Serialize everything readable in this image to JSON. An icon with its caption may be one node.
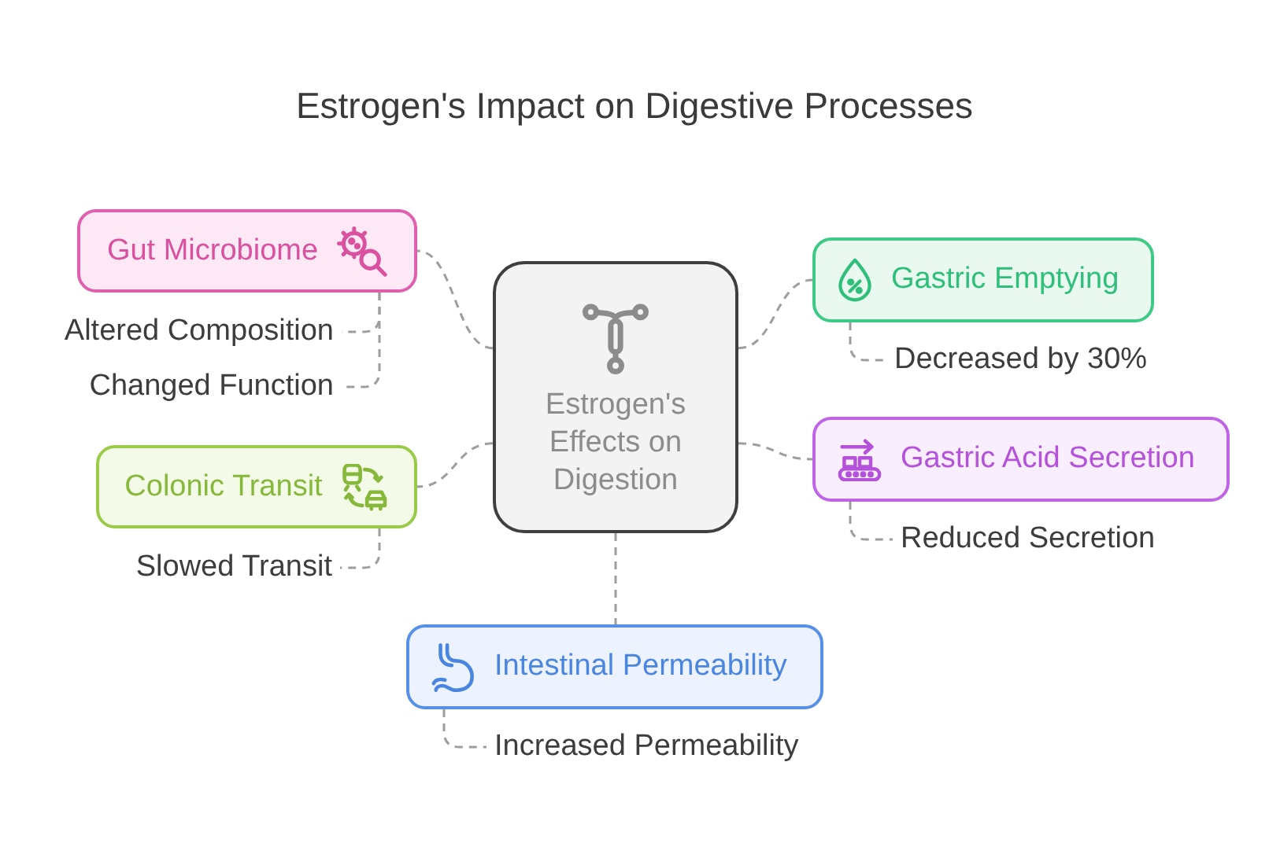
{
  "diagram": {
    "title": "Estrogen's Impact on Digestive Processes",
    "nodes": [
      {
        "text": [
          "Estrogen's Effects on Digestion"
        ]
      },
      {
        "text": [
          "Gut Microbiome"
        ]
      },
      {
        "text": [
          "Altered Composition"
        ]
      },
      {
        "text": [
          "Changed Function"
        ]
      },
      {
        "text": [
          "Colonic Transit"
        ]
      },
      {
        "text": [
          "Slowed Transit"
        ]
      },
      {
        "text": [
          "Gastric Emptying"
        ]
      },
      {
        "text": [
          "Decreased by 30%"
        ]
      },
      {
        "text": [
          "Gastric Acid Secretion"
        ]
      },
      {
        "text": [
          "Reduced Secretion"
        ]
      },
      {
        "text": [
          "Intestinal Permeability"
        ]
      },
      {
        "text": [
          "Increased Permeability"
        ]
      }
    ],
    "edges": [
      {
        "from": 0,
        "to": 1,
        "arrow": "none",
        "style": "dashed"
      },
      {
        "from": 1,
        "to": 2,
        "arrow": "none",
        "style": "dashed"
      },
      {
        "from": 1,
        "to": 3,
        "arrow": "none",
        "style": "dashed"
      },
      {
        "from": 0,
        "to": 6,
        "arrow": "none",
        "style": "dashed"
      },
      {
        "from": 6,
        "to": 7,
        "arrow": "none",
        "style": "dashed"
      },
      {
        "from": 0,
        "to": 4,
        "arrow": "none",
        "style": "dashed"
      },
      {
        "from": 4,
        "to": 5,
        "arrow": "none",
        "style": "dashed"
      },
      {
        "from": 0,
        "to": 8,
        "arrow": "none",
        "style": "dashed"
      },
      {
        "from": 8,
        "to": 9,
        "arrow": "none",
        "style": "dashed"
      },
      {
        "from": 0,
        "to": 10,
        "arrow": "none",
        "style": "dashed"
      },
      {
        "from": 10,
        "to": 11,
        "arrow": "none",
        "style": "dashed"
      }
    ]
  }
}
